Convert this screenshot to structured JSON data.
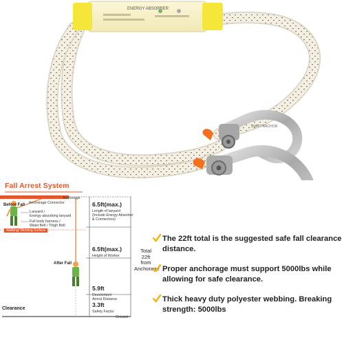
{
  "product": {
    "absorber_text": "ENERGY ABSORBER",
    "hook_text": "SWIFT ANCHOR",
    "colors": {
      "rope": "#f4efe2",
      "rope_fleck": "#6f8a55",
      "sleeve": "#f5e63a",
      "steel": "#b9b9b9",
      "orange": "#f37021"
    }
  },
  "diagram": {
    "title": "Fall  Arrest  System",
    "before_fall": "Before Fall",
    "after_fall": "After  Fall",
    "anchorage": "Anchorage",
    "anchorage_connector": "Anchorage Connector",
    "lanyard_note": "Lanyard /\nEnergy absorbing lanyard",
    "harness_note": "Full body harness /\nWaist Belt / Thigh Belt",
    "walking_surface": "Walking/ Working Surface",
    "segments": [
      {
        "value": "6.5ft(max.)",
        "desc": "Length of lanyard\n(Include Energy Absorber\n& Connectors)"
      },
      {
        "value": "6.5ft(max.)",
        "desc": "Height of Worker"
      },
      {
        "value": "5.9ft",
        "desc": "Decelertion/\nArrest Distance"
      },
      {
        "value": "3.3ft",
        "desc": "Safety Factor"
      }
    ],
    "total": "Total\n22ft\nfrom\nAnchorage",
    "clearance": "Clearance",
    "ground": "Ground"
  },
  "features": [
    {
      "text": "The 22ft total is the suggested safe fall clearance distance."
    },
    {
      "text": "Proper anchorage must support 5000lbs while allowing for safe clearance."
    },
    {
      "text": "Thick heavy duty polyester webbing. Breaking strength: 5000lbs"
    }
  ],
  "colors": {
    "accent": "#e2572b",
    "check": "#f6b10e"
  }
}
